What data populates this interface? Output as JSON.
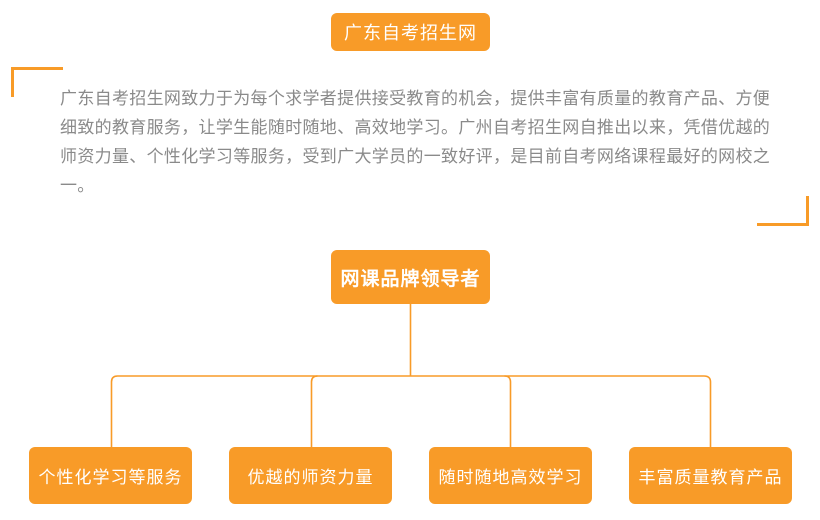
{
  "page": {
    "title": "广东自考招生网",
    "accent_color": "#f89b28",
    "text_color": "#8a8a8a",
    "background_color": "#ffffff"
  },
  "header": {
    "label": "广东自考招生网"
  },
  "brackets": {
    "top_left": "corner-bracket-top-left",
    "bottom_right": "corner-bracket-bottom-right"
  },
  "description": {
    "body": "广东自考招生网致力于为每个求学者提供接受教育的机会，提供丰富有质量的教育产品、方便细致的教育服务，让学生能随时随地、高效地学习。广州自考招生网自推出以来，凭借优越的师资力量、个性化学习等服务，受到广大学员的一致好评，是目前自考网络课程最好的网校之一。"
  },
  "node": {
    "label": "网课品牌领导者"
  },
  "leaves": [
    {
      "label": "个性化学习等服务"
    },
    {
      "label": "优越的师资力量"
    },
    {
      "label": "随时随地高效学习"
    },
    {
      "label": "丰富质量教育产品"
    }
  ]
}
